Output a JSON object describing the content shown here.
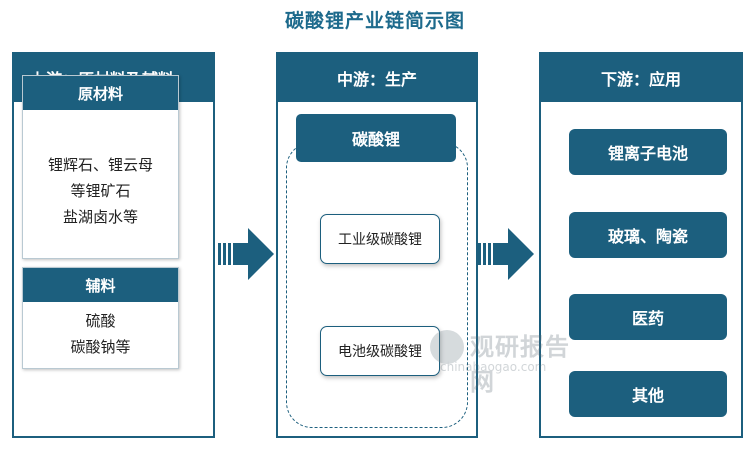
{
  "title": "碳酸锂产业链简示图",
  "upstream": {
    "header": "上游：原材料及辅料",
    "raw_materials": {
      "title": "原材料",
      "lines": [
        "锂辉石、锂云母",
        "等锂矿石",
        "盐湖卤水等"
      ]
    },
    "auxiliary": {
      "title": "辅料",
      "lines": [
        "硫酸",
        "碳酸钠等"
      ]
    }
  },
  "midstream": {
    "header": "中游：生产",
    "product": "碳酸锂",
    "grades": [
      "工业级碳酸锂",
      "电池级碳酸锂"
    ]
  },
  "downstream": {
    "header": "下游：应用",
    "applications": [
      "锂离子电池",
      "玻璃、陶瓷",
      "医药",
      "其他"
    ]
  },
  "watermark": {
    "brand": "观研报告网",
    "url": "chinabaogao.com"
  },
  "colors": {
    "primary": "#1c5f7e",
    "title": "#1d6a8c"
  }
}
